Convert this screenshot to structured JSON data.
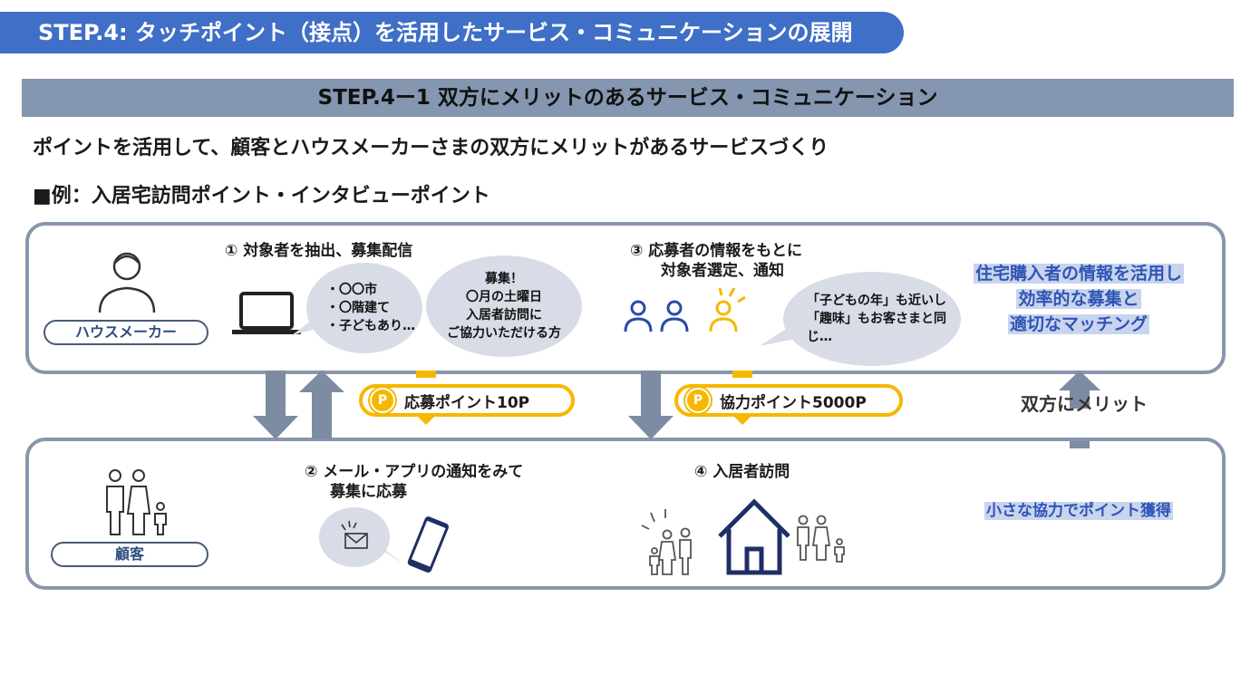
{
  "header": {
    "step_title": "STEP.4:  タッチポイント（接点）を活用したサービス・コミュニケーションの展開"
  },
  "section": {
    "subtitle": "STEP.4ー1  双方にメリットのあるサービス・コミュニケーション",
    "lead": "ポイントを活用して、顧客とハウスメーカーさまの双方にメリットがあるサービスづくり",
    "example": "■例：入居宅訪問ポイント・インタビューポイント"
  },
  "roles": {
    "maker": "ハウスメーカー",
    "customer": "顧客"
  },
  "steps": {
    "s1": "①  対象者を抽出、募集配信",
    "s2_line1": "②  メール・アプリの通知をみて",
    "s2_line2": "募集に応募",
    "s3_line1": "③  応募者の情報をもとに",
    "s3_line2": "対象者選定、通知",
    "s4": "④  入居者訪問"
  },
  "bubbles": {
    "criteria": [
      "・〇〇市",
      "・〇階建て",
      "・子どもあり…"
    ],
    "recruit": [
      "募集！",
      "〇月の土曜日",
      "入居者訪問に",
      "ご協力いただける方"
    ],
    "match": [
      "「子どもの年」も近いし",
      "「趣味」もお客さまと同",
      "じ…"
    ]
  },
  "points": {
    "coin_label": "P",
    "apply": "応募ポイント10P",
    "coop": "協力ポイント5000P"
  },
  "benefits": {
    "maker_lines": [
      "住宅購入者の情報を活用し",
      "効率的な募集と",
      "適切なマッチング"
    ],
    "mutual": "双方にメリット",
    "customer": "小さな協力でポイント獲得"
  },
  "colors": {
    "banner": "#3f6fc6",
    "sub_banner": "#8496b0",
    "panel_border": "#8896ad",
    "arrow": "#7d8ba3",
    "point": "#f5b800",
    "highlight_text": "#2e55b4",
    "people": "#2b4aa8",
    "selected": "#f5b800"
  }
}
